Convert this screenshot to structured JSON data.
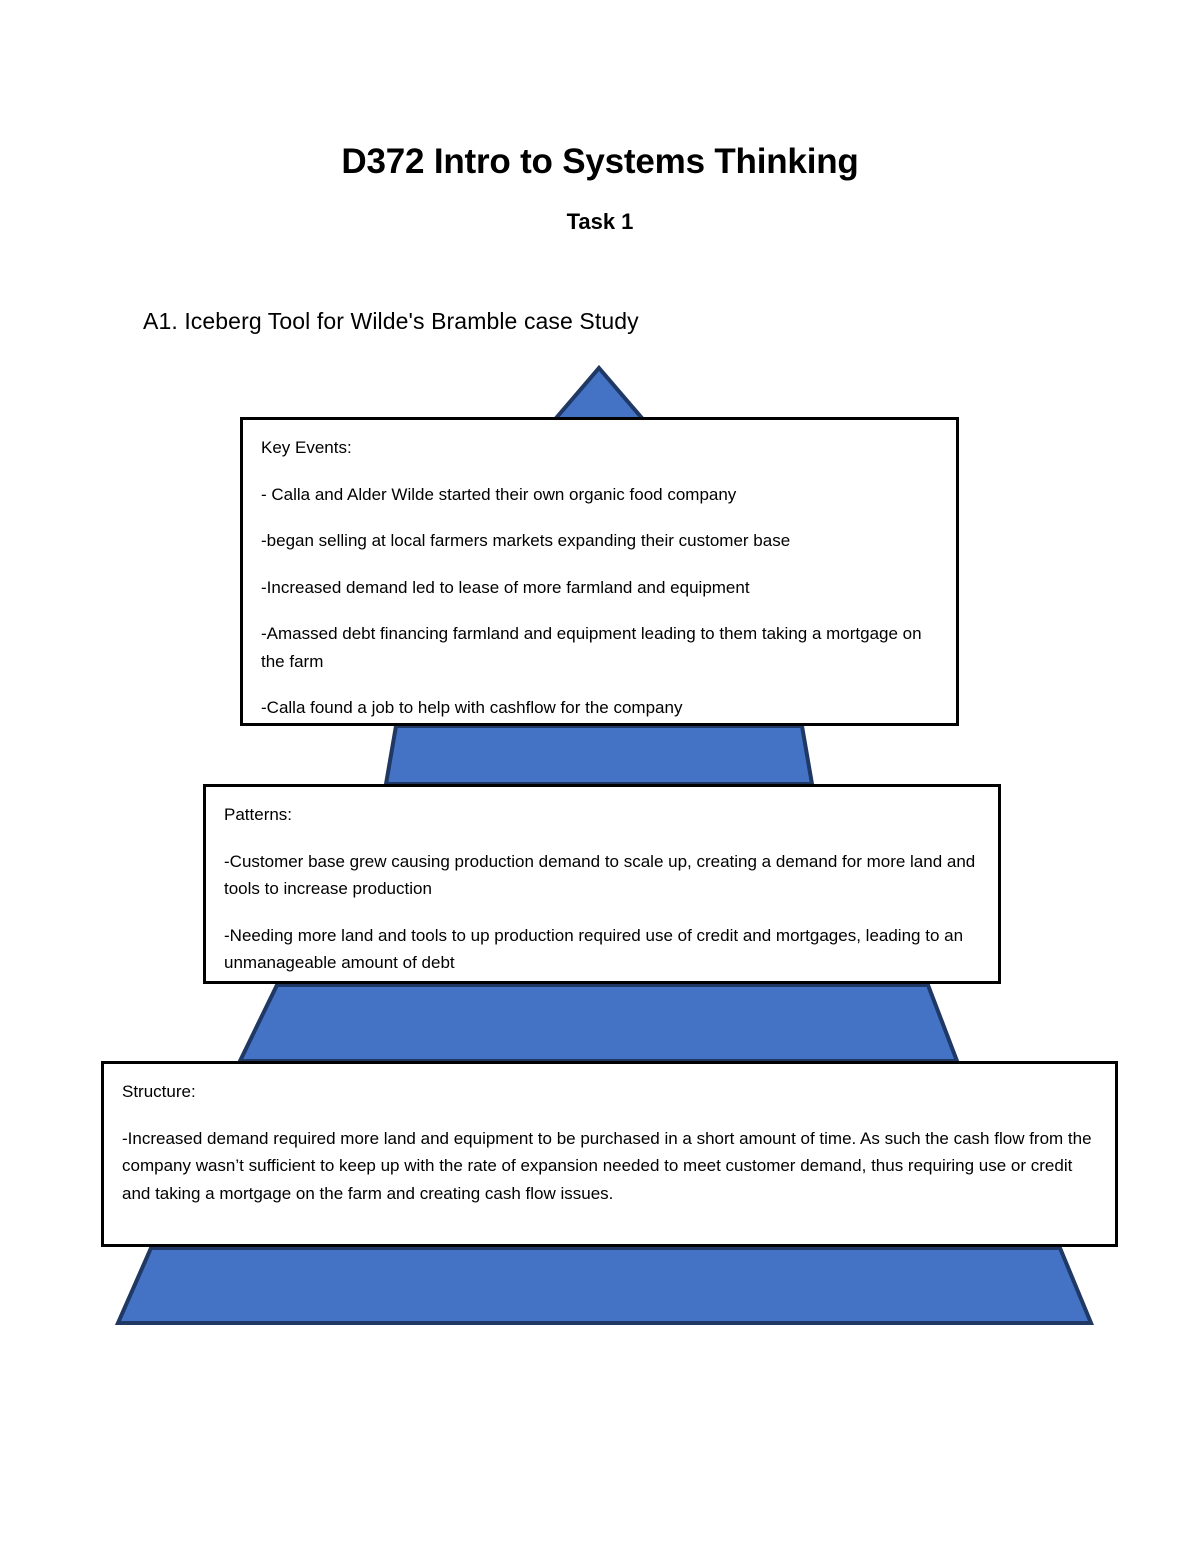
{
  "document": {
    "title": "D372 Intro to Systems Thinking",
    "subtitle": "Task 1",
    "section_heading": "A1. Iceberg Tool for Wilde's Bramble case Study"
  },
  "colors": {
    "iceberg_fill": "#4472C4",
    "iceberg_stroke": "#1F3864",
    "box_border": "#000000",
    "page_background": "#FFFFFF",
    "text": "#000000"
  },
  "diagram": {
    "type": "iceberg-model",
    "tiers": [
      {
        "id": "key-events",
        "label": "Key Events:",
        "lines": [
          "- Calla and Alder Wilde started their own organic food company",
          "-began selling at local farmers markets expanding their customer base",
          "-Increased demand led to lease of more farmland and equipment",
          "-Amassed debt financing farmland and equipment leading to them taking a mortgage on the farm",
          "-Calla found a job to help with cashflow for the company"
        ]
      },
      {
        "id": "patterns",
        "label": "Patterns:",
        "lines": [
          "-Customer base grew causing production demand to scale up, creating a demand for more land and tools to increase production",
          "-Needing more land and tools to up production required use of credit and mortgages, leading to an unmanageable amount of debt"
        ]
      },
      {
        "id": "structure",
        "label": "Structure:",
        "lines": [
          "-Increased demand required more land and equipment to be purchased in a short amount of time. As such the cash flow from the company wasn’t sufficient to keep up with the rate of expansion needed to meet customer demand, thus requiring use or credit and taking a mortgage on the farm and creating cash flow issues."
        ]
      }
    ]
  }
}
